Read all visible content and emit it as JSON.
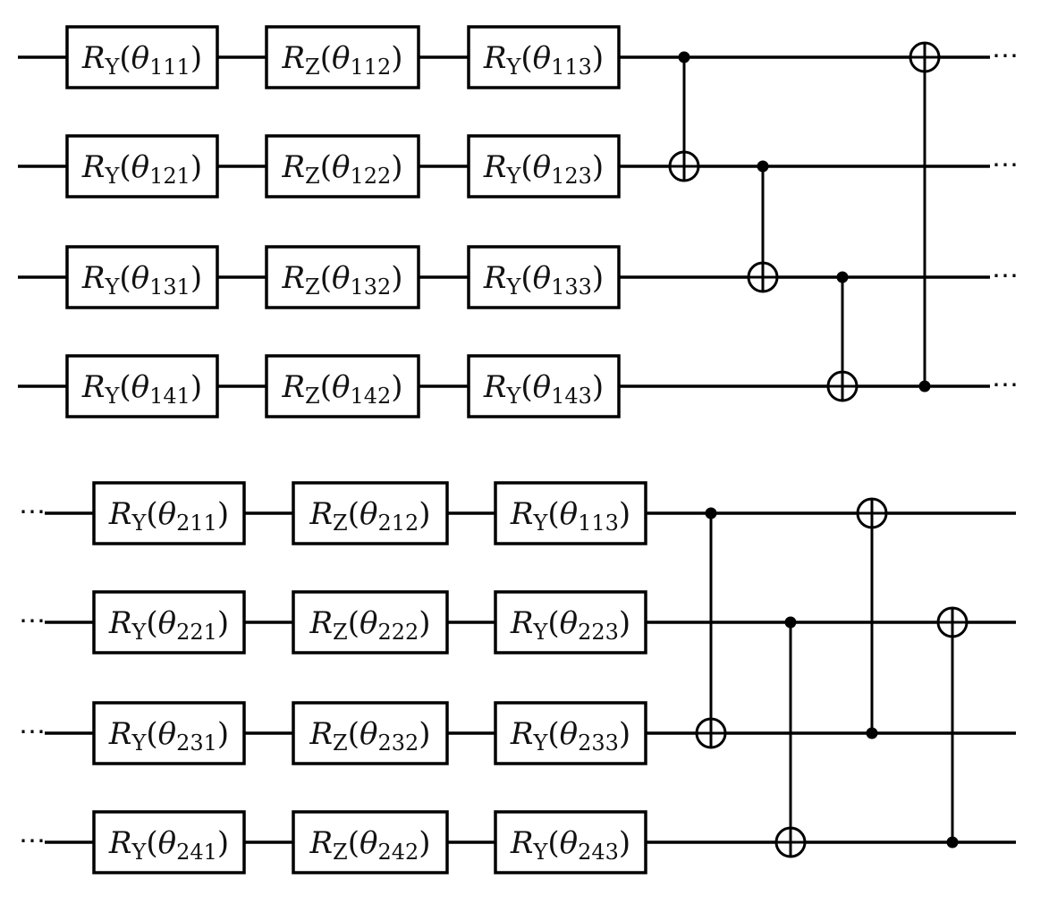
{
  "ellipsis": "⋯",
  "blocks": [
    {
      "gates": [
        [
          {
            "op": "R",
            "axis": "Y",
            "sub": "111"
          },
          {
            "op": "R",
            "axis": "Z",
            "sub": "112"
          },
          {
            "op": "R",
            "axis": "Y",
            "sub": "113"
          }
        ],
        [
          {
            "op": "R",
            "axis": "Y",
            "sub": "121"
          },
          {
            "op": "R",
            "axis": "Z",
            "sub": "122"
          },
          {
            "op": "R",
            "axis": "Y",
            "sub": "123"
          }
        ],
        [
          {
            "op": "R",
            "axis": "Y",
            "sub": "131"
          },
          {
            "op": "R",
            "axis": "Z",
            "sub": "132"
          },
          {
            "op": "R",
            "axis": "Y",
            "sub": "133"
          }
        ],
        [
          {
            "op": "R",
            "axis": "Y",
            "sub": "141"
          },
          {
            "op": "R",
            "axis": "Z",
            "sub": "142"
          },
          {
            "op": "R",
            "axis": "Y",
            "sub": "143"
          }
        ]
      ],
      "cnots": [
        {
          "control": 0,
          "target": 1
        },
        {
          "control": 1,
          "target": 2
        },
        {
          "control": 2,
          "target": 3
        },
        {
          "control": 3,
          "target": 0
        }
      ],
      "leading_ellipsis": false,
      "trailing_ellipsis": true
    },
    {
      "gates": [
        [
          {
            "op": "R",
            "axis": "Y",
            "sub": "211"
          },
          {
            "op": "R",
            "axis": "Z",
            "sub": "212"
          },
          {
            "op": "R",
            "axis": "Y",
            "sub": "113"
          }
        ],
        [
          {
            "op": "R",
            "axis": "Y",
            "sub": "221"
          },
          {
            "op": "R",
            "axis": "Z",
            "sub": "222"
          },
          {
            "op": "R",
            "axis": "Y",
            "sub": "223"
          }
        ],
        [
          {
            "op": "R",
            "axis": "Y",
            "sub": "231"
          },
          {
            "op": "R",
            "axis": "Z",
            "sub": "232"
          },
          {
            "op": "R",
            "axis": "Y",
            "sub": "233"
          }
        ],
        [
          {
            "op": "R",
            "axis": "Y",
            "sub": "241"
          },
          {
            "op": "R",
            "axis": "Z",
            "sub": "242"
          },
          {
            "op": "R",
            "axis": "Y",
            "sub": "243"
          }
        ]
      ],
      "cnots": [
        {
          "control": 0,
          "target": 2
        },
        {
          "control": 1,
          "target": 3
        },
        {
          "control": 2,
          "target": 0
        },
        {
          "control": 3,
          "target": 1
        }
      ],
      "leading_ellipsis": true,
      "trailing_ellipsis": false
    }
  ]
}
